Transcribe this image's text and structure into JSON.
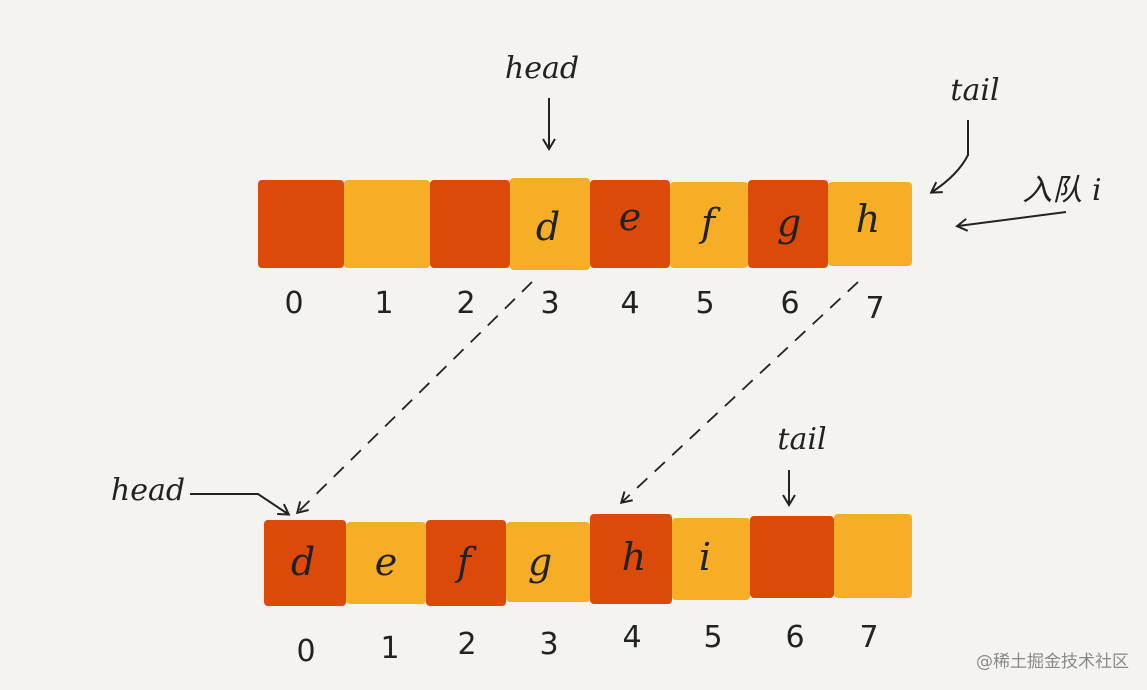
{
  "colors": {
    "dark": "#dc4a0a",
    "light": "#f6ae27",
    "ink": "#222222"
  },
  "before": {
    "cells": [
      {
        "text": "",
        "tone": "dark"
      },
      {
        "text": "",
        "tone": "light"
      },
      {
        "text": "",
        "tone": "dark"
      },
      {
        "text": "d",
        "tone": "light"
      },
      {
        "text": "e",
        "tone": "dark"
      },
      {
        "text": "f",
        "tone": "light"
      },
      {
        "text": "g",
        "tone": "dark"
      },
      {
        "text": "h",
        "tone": "light"
      }
    ],
    "indices": [
      "0",
      "1",
      "2",
      "3",
      "4",
      "5",
      "6",
      "7"
    ],
    "head_label": "head",
    "tail_label": "tail",
    "enqueue_label": "入队 i"
  },
  "after": {
    "cells": [
      {
        "text": "d",
        "tone": "dark"
      },
      {
        "text": "e",
        "tone": "light"
      },
      {
        "text": "f",
        "tone": "dark"
      },
      {
        "text": "g",
        "tone": "light"
      },
      {
        "text": "h",
        "tone": "dark"
      },
      {
        "text": "i",
        "tone": "light"
      },
      {
        "text": "",
        "tone": "dark"
      },
      {
        "text": "",
        "tone": "light"
      }
    ],
    "indices": [
      "0",
      "1",
      "2",
      "3",
      "4",
      "5",
      "6",
      "7"
    ],
    "head_label": "head",
    "tail_label": "tail"
  },
  "watermark": "@稀土掘金技术社区"
}
